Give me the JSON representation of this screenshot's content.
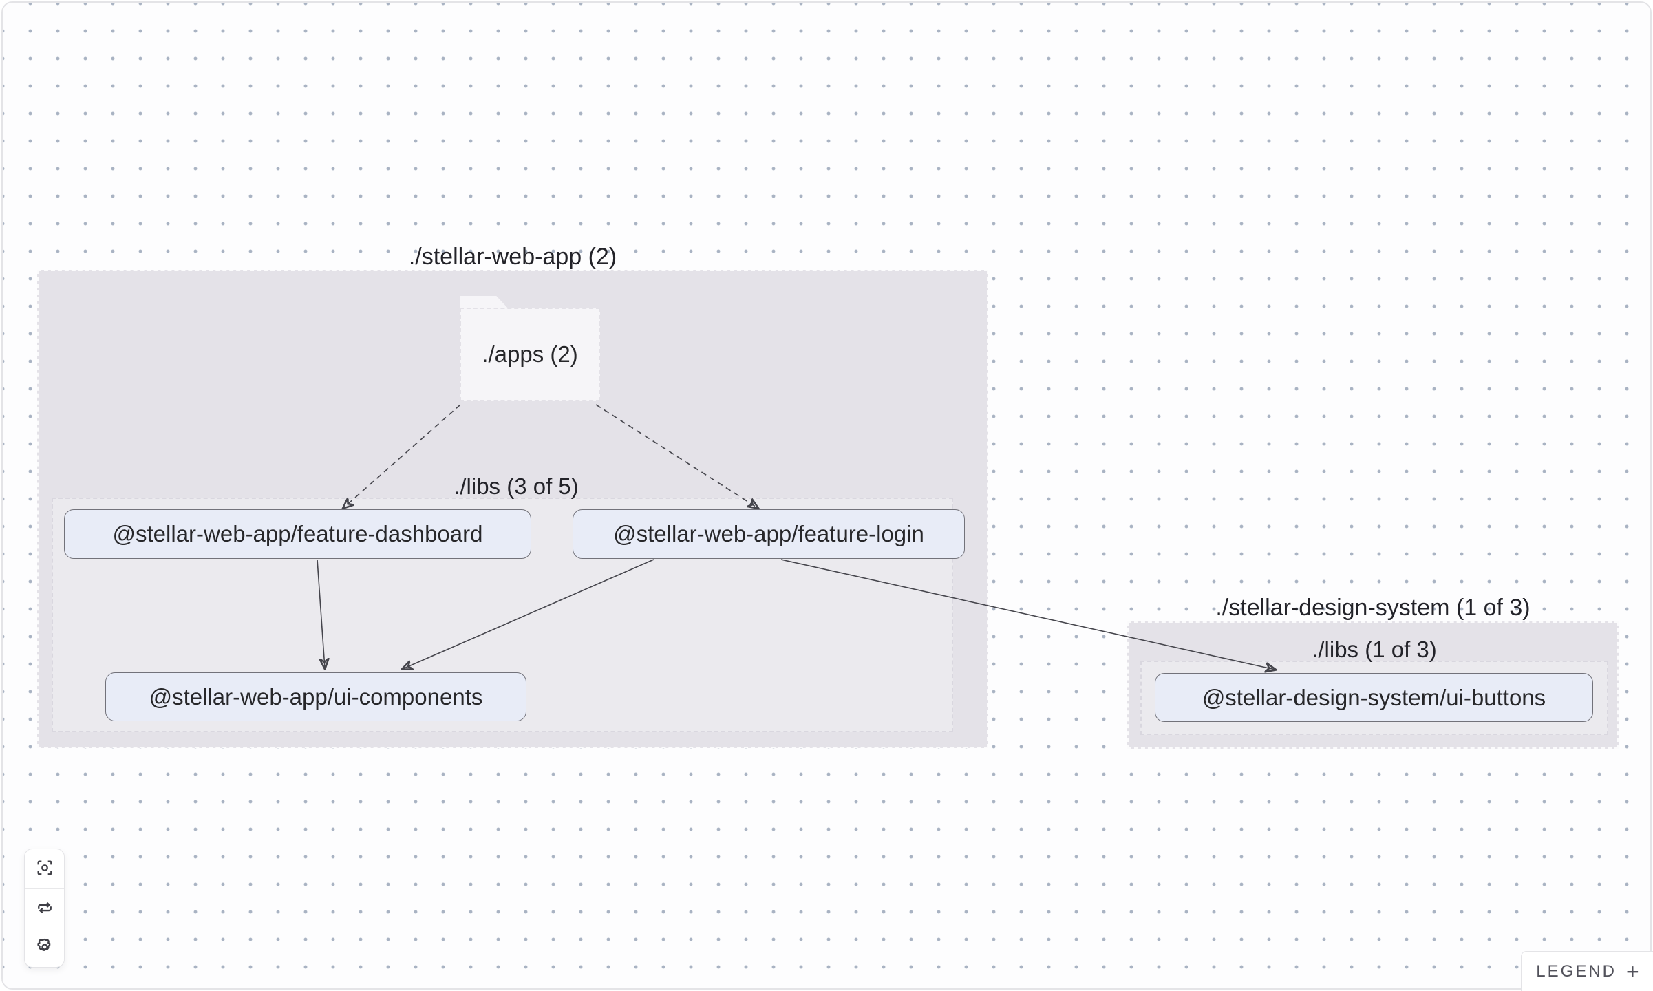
{
  "groups": {
    "web_app": {
      "label": "./stellar-web-app (2)",
      "folder": {
        "label": "./apps (2)"
      },
      "libs": {
        "label": "./libs (3 of 5)",
        "nodes": [
          {
            "label": "@stellar-web-app/feature-dashboard"
          },
          {
            "label": "@stellar-web-app/feature-login"
          },
          {
            "label": "@stellar-web-app/ui-components"
          }
        ]
      }
    },
    "design_system": {
      "label": "./stellar-design-system (1 of 3)",
      "libs": {
        "label": "./libs (1 of 3)",
        "nodes": [
          {
            "label": "@stellar-design-system/ui-buttons"
          }
        ]
      }
    }
  },
  "toolbar": {
    "buttons": [
      {
        "icon": "focus-icon"
      },
      {
        "icon": "refresh-icon"
      },
      {
        "icon": "settings-icon"
      }
    ]
  },
  "legend": {
    "label": "LEGEND",
    "expand": "+"
  },
  "colors": {
    "group_fill": "#e4e2e8",
    "node_fill": "#e8ecf7",
    "node_border": "#72727a",
    "edge": "#45454c",
    "dot_grid": "#a9b3c3",
    "text": "#232329"
  }
}
